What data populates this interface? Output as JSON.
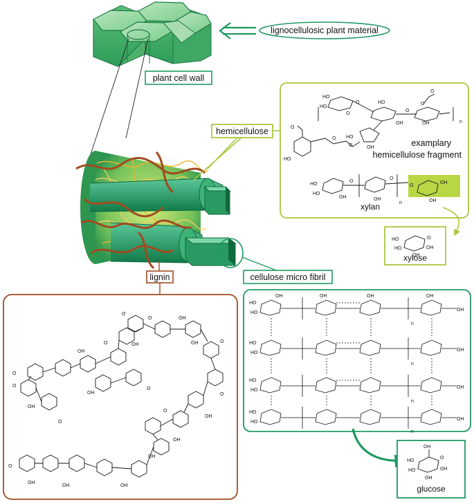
{
  "labels": {
    "source": "lignocellulosic plant material",
    "cell_wall": "plant cell wall",
    "hemicellulose": "hemicellulose",
    "lignin": "lignin",
    "microfibril": "cellulose micro fibril",
    "exemplary_line1": "examplary",
    "exemplary_line2": "hemicellulose fragment",
    "xylan": "xylan",
    "xylose": "xylose",
    "glucose": "glucose",
    "n": "n"
  },
  "colors": {
    "cellulose_green": "#1e9960",
    "hemi_green": "#a8c83c",
    "lignin_brown": "#a14a20",
    "fibril_fill": "#3fae72",
    "highlight": "#b9d645"
  }
}
